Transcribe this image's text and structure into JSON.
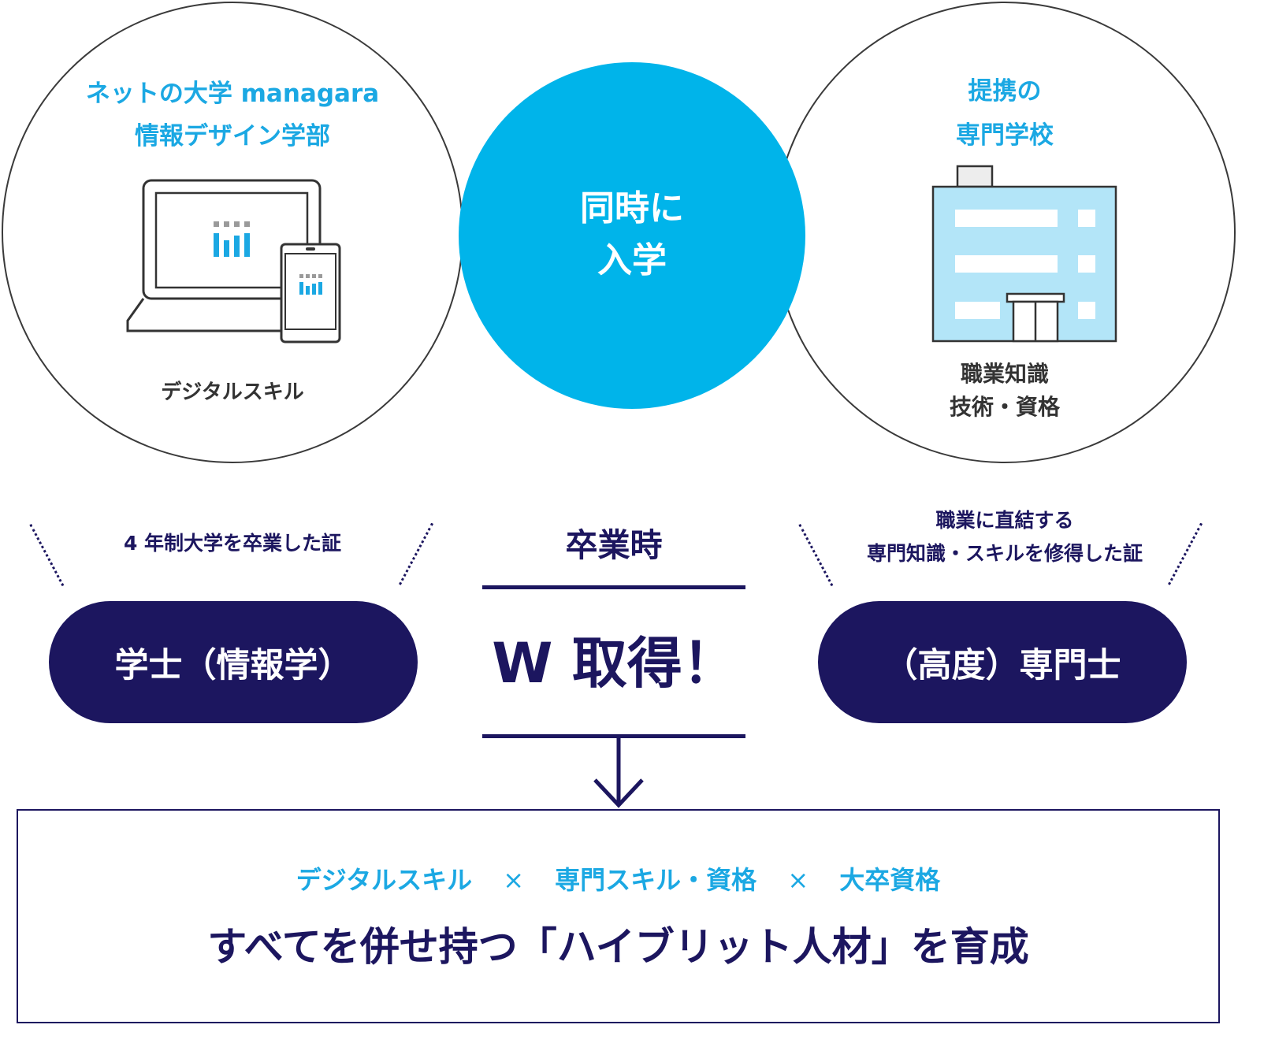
{
  "left_circle": {
    "title_line1": "ネットの大学 managara",
    "title_line2": "情報デザイン学部",
    "caption": "デジタルスキル"
  },
  "center_circle": {
    "line1": "同時に",
    "line2": "入学"
  },
  "right_circle": {
    "title_line1": "提携の",
    "title_line2": "専門学校",
    "caption_line1": "職業知識",
    "caption_line2": "技術・資格"
  },
  "left_degree": {
    "note": "4 年制大学を卒業した証",
    "label": "学士（情報学）"
  },
  "center_result": {
    "heading": "卒業時",
    "main": "W 取得！"
  },
  "right_degree": {
    "note_line1": "職業に直結する",
    "note_line2": "専門知識・スキルを修得した証",
    "label": "（高度）専門士"
  },
  "result": {
    "item1": "デジタルスキル",
    "times1": "×",
    "item2": "専門スキル・資格",
    "times2": "×",
    "item3": "大卒資格",
    "headline": "すべてを併せ持つ「ハイブリット人材」を育成"
  },
  "colors": {
    "accent_blue": "#00b4ea",
    "text_blue": "#1ba8e3",
    "navy": "#1c165f",
    "building_fill": "#b3e5f8"
  },
  "icons": [
    "laptop-icon",
    "smartphone-icon",
    "building-icon",
    "down-arrow-icon"
  ]
}
